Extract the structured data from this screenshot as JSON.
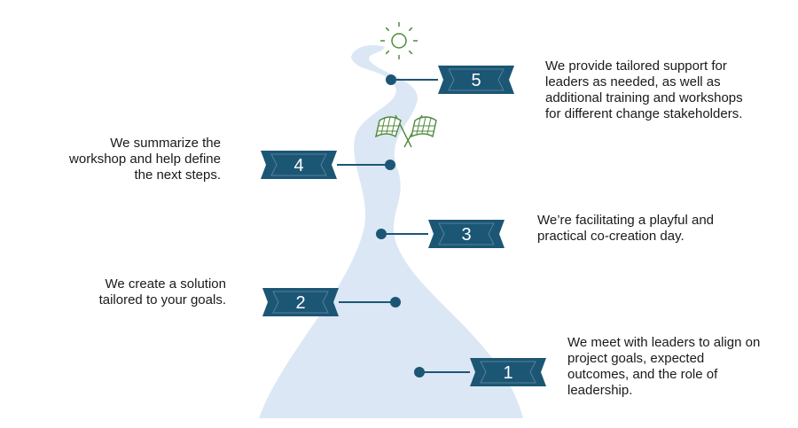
{
  "colors": {
    "path": "#dbe7f5",
    "banner": "#1c5675",
    "connector": "#1c5675",
    "icon_green": "#4f8a3c"
  },
  "icons": [
    "sun-icon",
    "checkered-flags-icon"
  ],
  "steps": [
    {
      "number": "1",
      "text": "We meet with leaders to align on\nproject goals, expected\noutcomes, and the role of\nleadership."
    },
    {
      "number": "2",
      "text": "We create a solution\ntailored to your goals."
    },
    {
      "number": "3",
      "text": "We’re facilitating a playful and\npractical co-creation day."
    },
    {
      "number": "4",
      "text": "We summarize the\nworkshop and help define\nthe next steps."
    },
    {
      "number": "5",
      "text": "We provide tailored support for\nleaders as needed, as well as\nadditional training and workshops\nfor different change stakeholders."
    }
  ]
}
